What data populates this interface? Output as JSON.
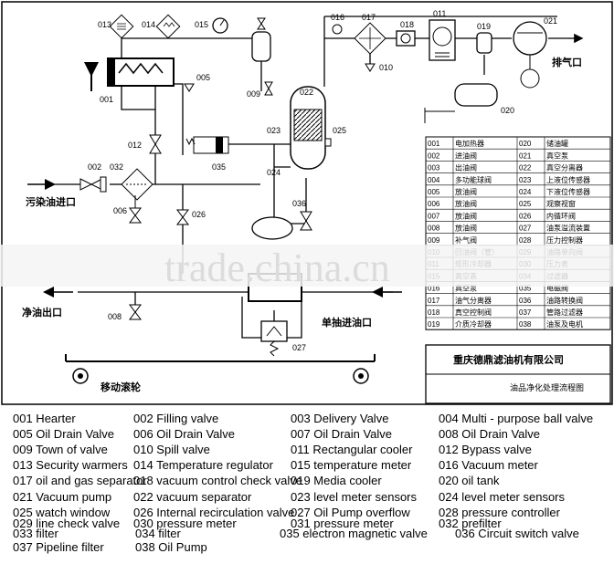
{
  "diagram": {
    "watermark": "trade.china.cn",
    "flow_labels": {
      "contaminated_in": "污染油进口",
      "clean_out": "净油出口",
      "single_extract_in": "单抽进油口",
      "exhaust": "排气口",
      "moving_wheel": "移动滚轮"
    },
    "component_numbers": [
      "001",
      "002",
      "005",
      "006",
      "008",
      "009",
      "010",
      "011",
      "012",
      "013",
      "014",
      "015",
      "016",
      "017",
      "018",
      "019",
      "020",
      "021",
      "022",
      "023",
      "024",
      "025",
      "026",
      "027",
      "032",
      "035",
      "036"
    ],
    "parts_table": [
      [
        "001",
        "电加热器",
        "020",
        "储油罐"
      ],
      [
        "002",
        "进油阀",
        "021",
        "真空泵"
      ],
      [
        "003",
        "出油阀",
        "022",
        "真空分离器"
      ],
      [
        "004",
        "多功能球阀",
        "023",
        "上液位传感器"
      ],
      [
        "005",
        "放油阀",
        "024",
        "下液位传感器"
      ],
      [
        "006",
        "放油阀",
        "025",
        "观察视窗"
      ],
      [
        "007",
        "放油阀",
        "026",
        "内循环阀"
      ],
      [
        "008",
        "放油阀",
        "027",
        "油泵溢流装置"
      ],
      [
        "009",
        "补气阀",
        "028",
        "压力控制器"
      ],
      [
        "010",
        "回油阀（管）",
        "029",
        "油路单向阀"
      ],
      [
        "011",
        "矩形冷却器",
        "030",
        "压力表"
      ],
      [
        "015",
        "真空表",
        "034",
        "过滤器"
      ],
      [
        "016",
        "真空泵",
        "035",
        "电磁阀"
      ],
      [
        "017",
        "油气分离器",
        "036",
        "油路转换阀"
      ],
      [
        "018",
        "真空控制阀",
        "037",
        "管路过滤器"
      ],
      [
        "019",
        "介质冷却器",
        "038",
        "油泵及电机"
      ]
    ],
    "company": "重庆德鼎滤油机有限公司",
    "drawing_title": "油品净化处理流程图"
  },
  "legend": [
    [
      "001 Hearter",
      "002 Filling valve",
      "003 Delivery Valve",
      "004 Multi - purpose ball valve"
    ],
    [
      "005 Oil Drain Valve",
      "006 Oil Drain Valve",
      "007 Oil Drain Valve",
      "008 Oil Drain Valve"
    ],
    [
      "009 Town of valve",
      "010 Spill valve",
      "011 Rectangular cooler",
      "012 Bypass valve"
    ],
    [
      "013 Security warmers",
      "014 Temperature regulator",
      "015 temperature meter",
      "016 Vacuum meter"
    ],
    [
      "017 oil and gas separator",
      "018 vacuum control check valve",
      "019 Media cooler",
      "020 oil tank"
    ],
    [
      "021 Vacuum pump",
      "022 vacuum separator",
      "023 level meter sensors",
      "024 level meter sensors"
    ],
    [
      "025 watch window",
      "026 Internal recirculation valve",
      "027 Oil Pump overflow",
      "028 pressure controller"
    ],
    [
      "029 line check valve",
      "030 pressure meter",
      "031 pressure meter",
      "032 prefilter"
    ],
    [
      "033 filter",
      "034 filter",
      "035 electron magnetic valve",
      "036 Circuit switch valve"
    ],
    [
      "037 Pipeline filter",
      "038 Oil Pump"
    ]
  ]
}
